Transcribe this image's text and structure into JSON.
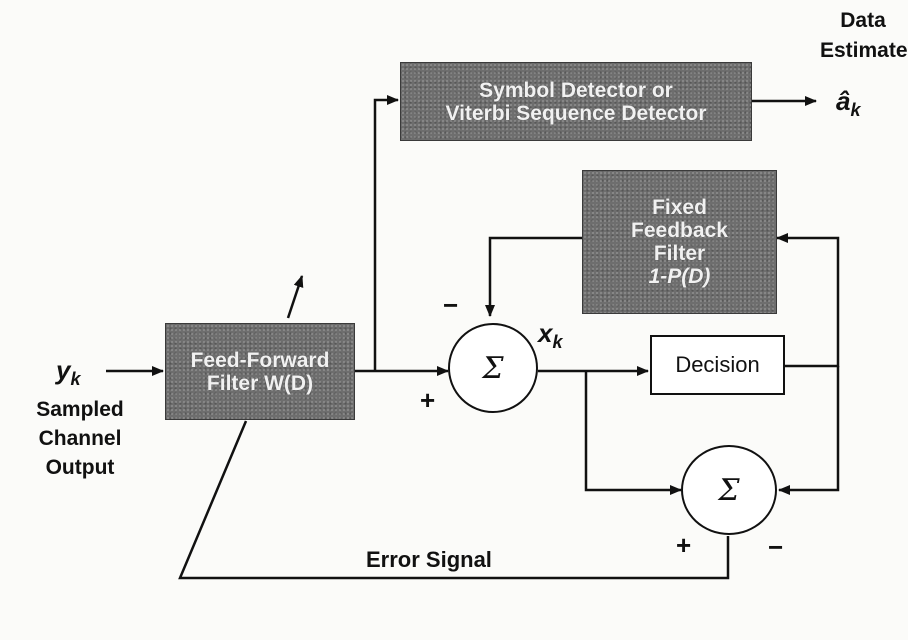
{
  "blocks": {
    "symbol_detector": [
      "Symbol Detector or",
      "Viterbi Sequence Detector"
    ],
    "feedback_filter": [
      "Fixed",
      "Feedback",
      "Filter",
      "1-P(D)"
    ],
    "feed_forward": [
      "Feed-Forward",
      "Filter W(D)"
    ],
    "decision": "Decision"
  },
  "summers": {
    "main_symbol": "Σ",
    "error_symbol": "Σ"
  },
  "signals": {
    "input_var": "y",
    "input_sub": "k",
    "input_desc": [
      "Sampled",
      "Channel",
      "Output"
    ],
    "intermediate_var": "x",
    "intermediate_sub": "k",
    "output_var": "â",
    "output_sub": "k",
    "output_desc": [
      "Data",
      "Estimates"
    ],
    "error_signal": "Error Signal"
  },
  "signs": {
    "main_minus": "−",
    "main_plus": "+",
    "error_plus": "+",
    "error_minus": "−"
  },
  "colors": {
    "block_fill": "#6e6e6e",
    "line": "#111111"
  }
}
